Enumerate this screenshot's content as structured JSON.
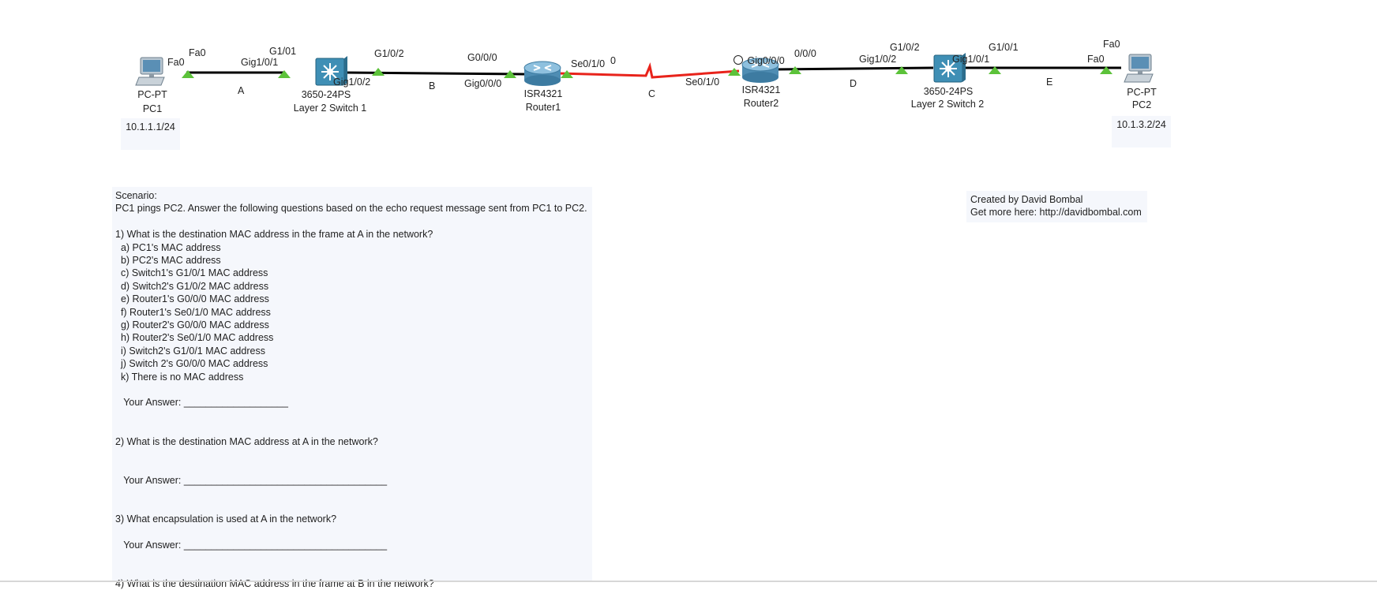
{
  "colors": {
    "link": "#000000",
    "serial_link": "#e8231b",
    "port_up": "#5cc23a",
    "note_bg": "#f5f7fc"
  },
  "devices": {
    "pc1": {
      "model": "PC-PT",
      "name": "PC1",
      "ip": "10.1.1.1/24",
      "icon": "pc-icon"
    },
    "switch1": {
      "model": "3650-24PS",
      "name": "Layer 2 Switch 1",
      "icon": "multilayer-switch-icon"
    },
    "router1": {
      "model": "ISR4321",
      "name": "Router1",
      "icon": "router-icon"
    },
    "router2": {
      "model": "ISR4321",
      "name": "Router2",
      "icon": "router-icon"
    },
    "switch2": {
      "model": "3650-24PS",
      "name": "Layer 2 Switch 2",
      "icon": "multilayer-switch-icon"
    },
    "pc2": {
      "model": "PC-PT",
      "name": "PC2",
      "ip": "10.1.3.2/24",
      "icon": "pc-icon"
    }
  },
  "links": {
    "a": {
      "label": "A",
      "pc1_port": "Fa0",
      "pc1_port_alt": "Fa0",
      "sw1_port": "Gig1/0/1",
      "sw1_port_alt": "G1/01"
    },
    "b": {
      "label": "B",
      "sw1_port": "Gig1/0/2",
      "sw1_port_alt": "G1/0/2",
      "r1_port": "Gig0/0/0",
      "r1_port_alt": "G0/0/0"
    },
    "c": {
      "label": "C",
      "r1_port": "Se0/1/0",
      "r1_port_tail": "0",
      "r2_port": "Se0/1/0"
    },
    "d": {
      "label": "D",
      "r2_port": "Gig0/0/0",
      "r2_port_alt": "0/0/0",
      "sw2_port": "Gig1/0/2",
      "sw2_port_alt": "G1/0/2"
    },
    "e": {
      "label": "E",
      "sw2_port": "Gig1/0/1",
      "sw2_port_alt": "G1/0/1",
      "pc2_port": "Fa0",
      "pc2_port_alt": "Fa0"
    }
  },
  "scenario_note": {
    "lines": [
      "Scenario:",
      "PC1 pings PC2. Answer the following questions based on the echo request message sent from PC1 to PC2.",
      "",
      "1) What is the destination MAC address in the frame at A in the network?",
      "  a) PC1's MAC address",
      "  b) PC2's MAC address",
      "  c) Switch1's G1/0/1 MAC address",
      "  d) Switch2's G1/0/2 MAC address",
      "  e) Router1's G0/0/0 MAC address",
      "  f) Router1's Se0/1/0 MAC address",
      "  g) Router2's G0/0/0 MAC address",
      "  h) Router2's Se0/1/0 MAC address",
      "  i) Switch2's G1/0/1 MAC address",
      "  j) Switch 2's G0/0/0 MAC address",
      "  k) There is no MAC address",
      "",
      "   Your Answer: ___________________",
      "",
      "",
      "2) What is the destination MAC address at A in the network?",
      "",
      "",
      "   Your Answer: _____________________________________",
      "",
      "",
      "3) What encapsulation is used at A in the network?",
      "",
      "   Your Answer: _____________________________________",
      "",
      "",
      "4) What is the destination MAC address in the frame at B in the network?"
    ]
  },
  "credit_note": {
    "line1": "Created by David Bombal",
    "line2": "Get more here: http://davidbombal.com"
  }
}
